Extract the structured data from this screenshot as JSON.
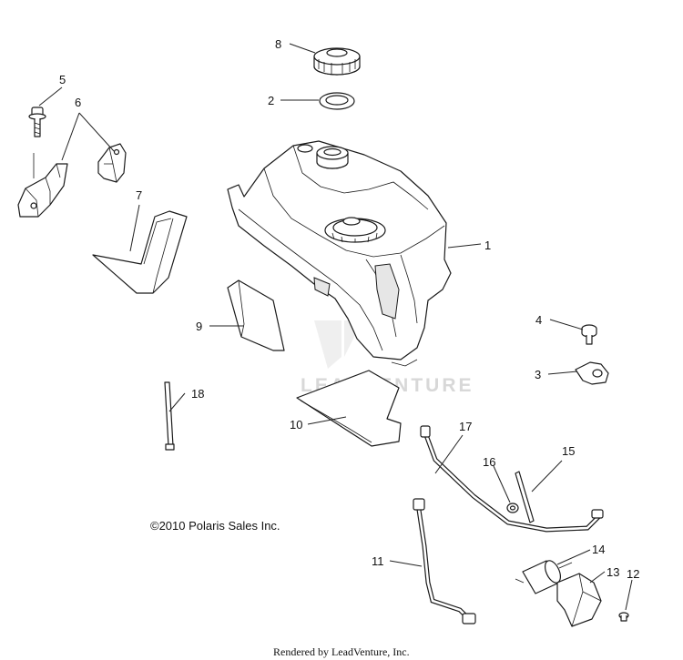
{
  "callouts": {
    "n1": "1",
    "n2": "2",
    "n3": "3",
    "n4": "4",
    "n5": "5",
    "n6": "6",
    "n7": "7",
    "n8": "8",
    "n9": "9",
    "n10": "10",
    "n11": "11",
    "n12": "12",
    "n13": "13",
    "n14": "14",
    "n15": "15",
    "n16": "16",
    "n17": "17",
    "n18": "18"
  },
  "copyright": "©2010 Polaris Sales Inc.",
  "watermark": "LEADVENTURE",
  "footer": "Rendered by LeadVenture, Inc."
}
